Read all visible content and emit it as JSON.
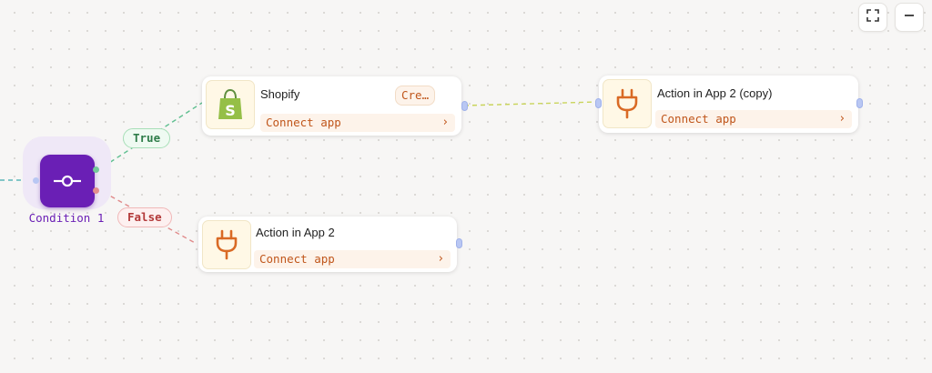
{
  "toolbar": {
    "fullscreen_icon": "fullscreen-icon",
    "zoom_out_icon": "minus-icon"
  },
  "condition": {
    "label": "Condition 1",
    "icon": "condition-switch-icon",
    "color": "#6a1fb5"
  },
  "branches": {
    "true_label": "True",
    "false_label": "False"
  },
  "nodes": [
    {
      "title": "Shopify",
      "icon": "shopify-icon",
      "badge": "Cre…",
      "connect_label": "Connect app",
      "chevron": "›"
    },
    {
      "title": "Action in App 2 (copy)",
      "icon": "plug-icon",
      "connect_label": "Connect app",
      "chevron": "›"
    },
    {
      "title": "Action in App 2",
      "icon": "plug-icon",
      "connect_label": "Connect app",
      "chevron": "›"
    }
  ],
  "colors": {
    "accent_orange": "#c0561b",
    "true_green": "#2f7d4a",
    "false_red": "#b33a3a",
    "edge_teal": "#5bb5b8"
  }
}
